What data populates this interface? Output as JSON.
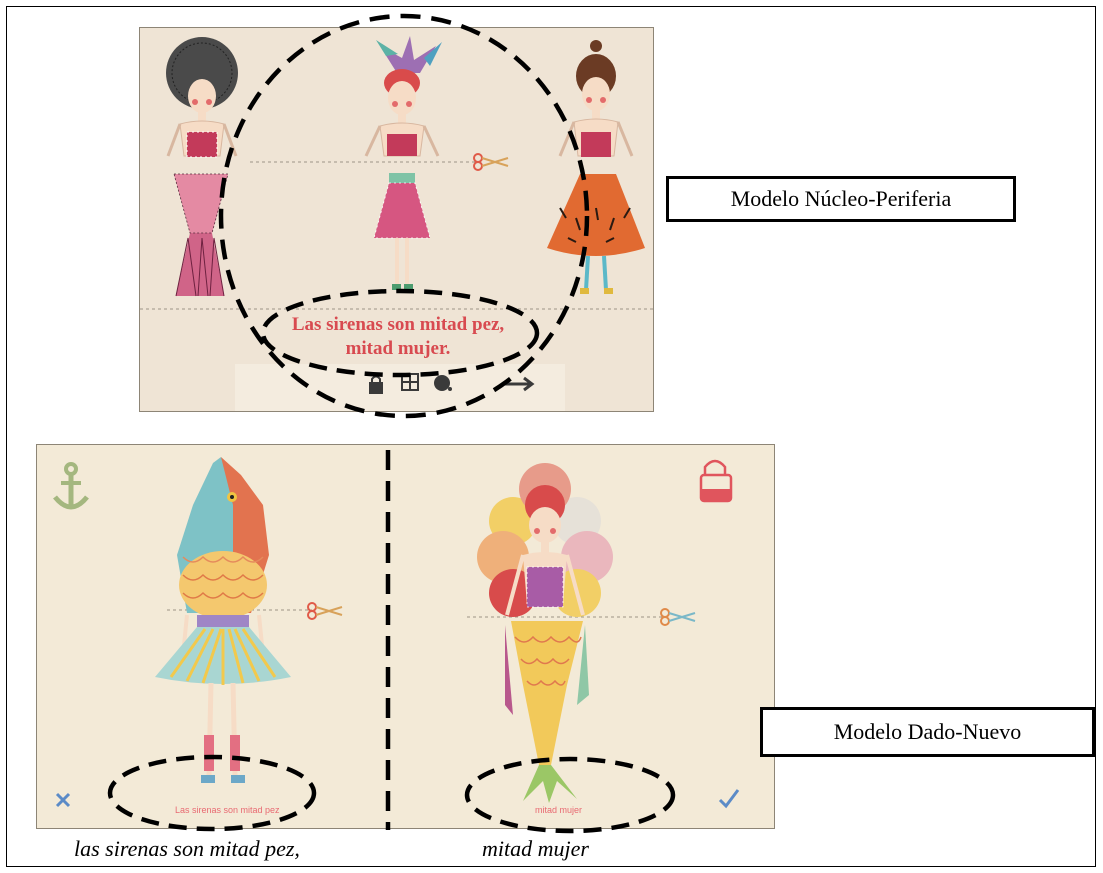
{
  "labels": {
    "top_model": "Modelo Núcleo-Periferia",
    "bottom_model": "Modelo Dado-Nuevo"
  },
  "screens": {
    "top": {
      "sentence_line1": "Las sirenas son mitad pez,",
      "sentence_line2": "mitad mujer."
    },
    "bottom": {
      "left_text": "Las sirenas son mitad pez",
      "right_text": "mitad mujer"
    }
  },
  "captions": {
    "left": "las sirenas son mitad pez,",
    "right": "mitad mujer"
  },
  "icons": {
    "bottom_left_corner": "anchor-icon",
    "bottom_right_corner": "handbag-icon",
    "bottom_cancel": "x-icon",
    "bottom_confirm": "check-icon",
    "top_toolbar": [
      "lock-icon",
      "grid-icon",
      "paint-icon",
      "arrow-right-icon"
    ]
  },
  "colors": {
    "sentence_red": "#d84a50",
    "anchor_green": "#a4b77f",
    "bag_red": "#e0555d",
    "check_blue": "#5b8bc7"
  }
}
